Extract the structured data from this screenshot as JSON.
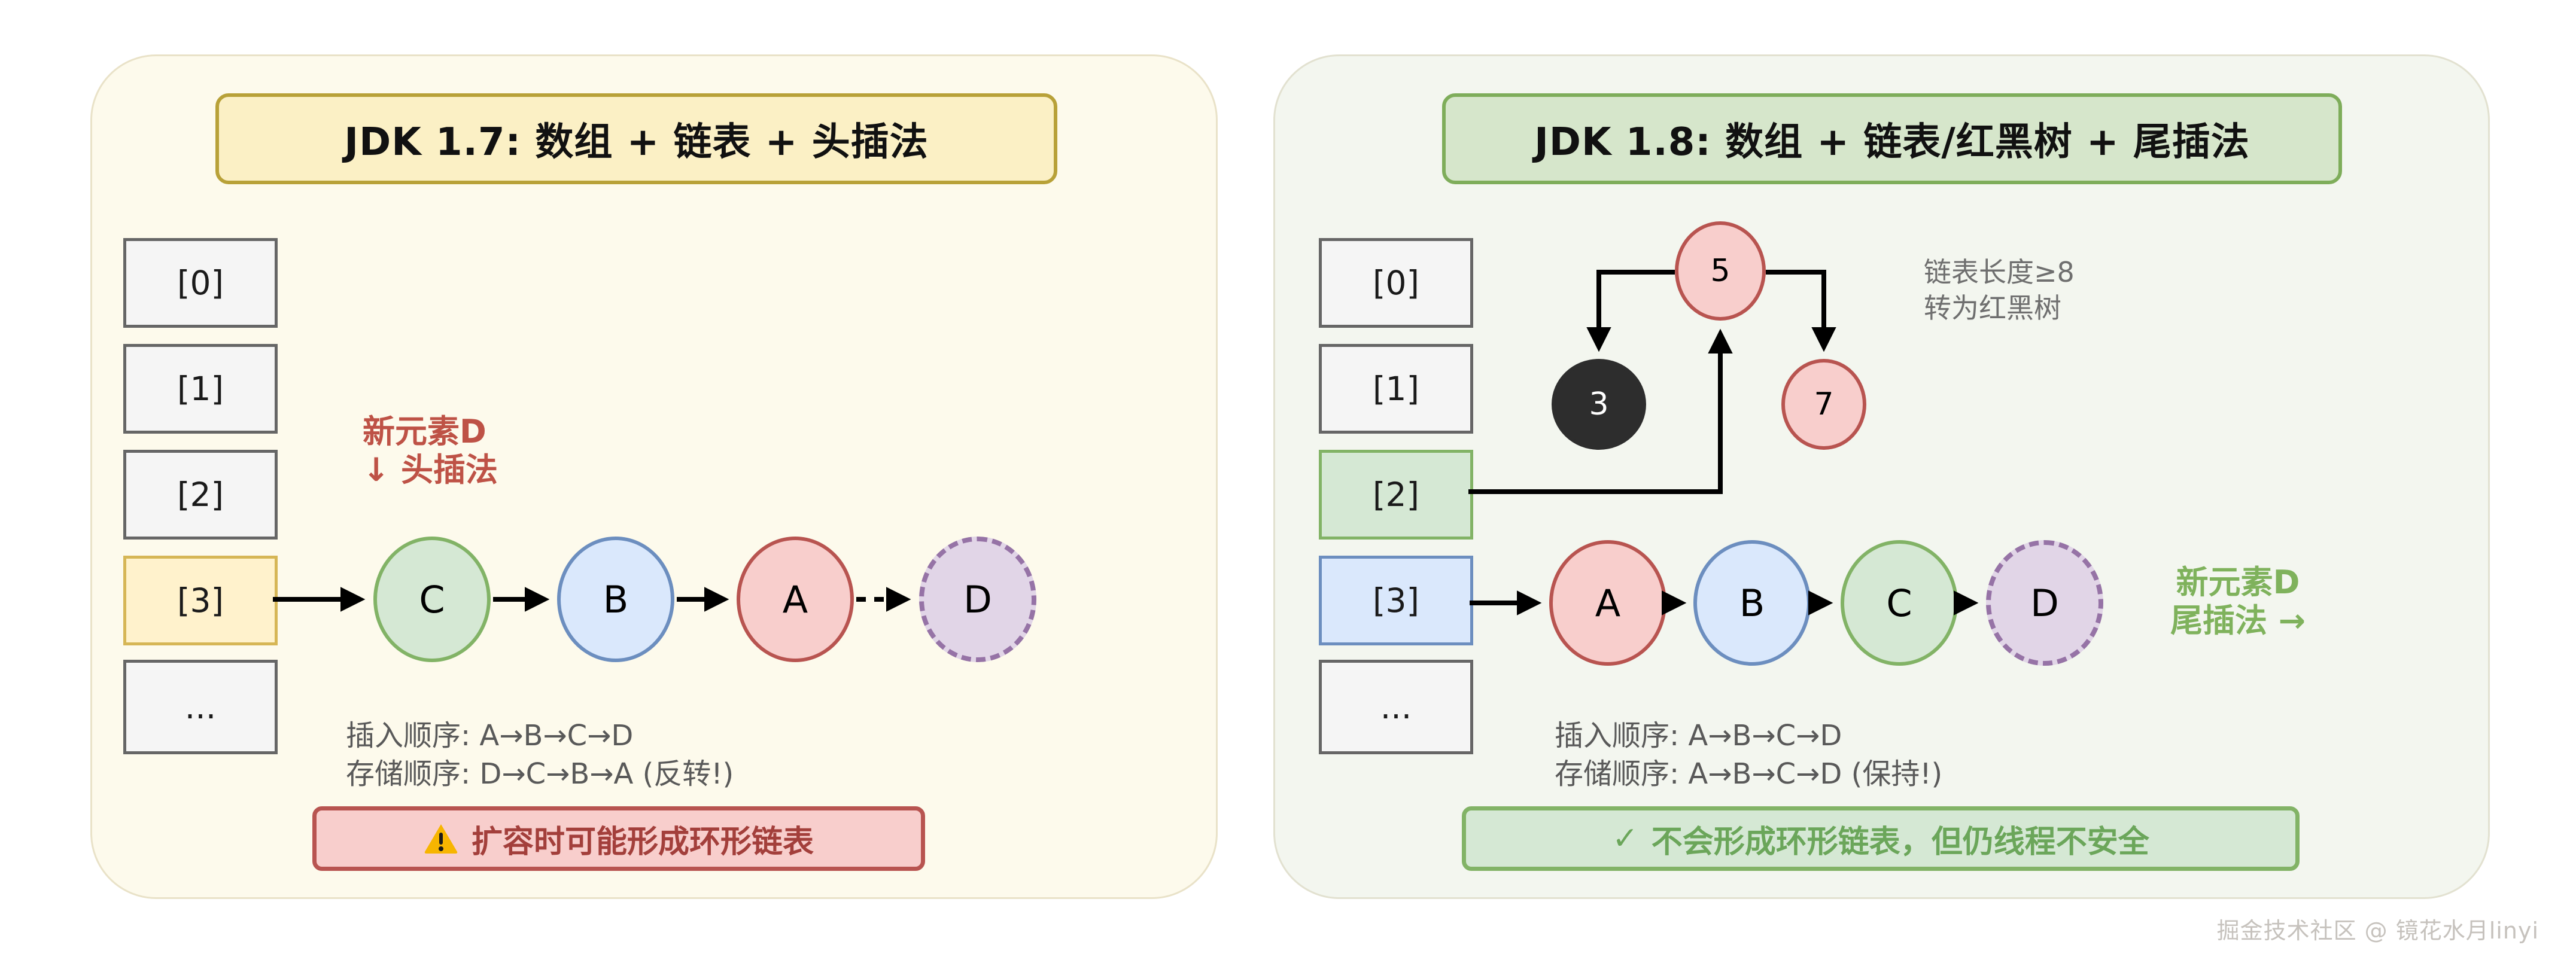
{
  "page": {
    "watermark": "掘金技术社区 @ 镜花水月linyi"
  },
  "colors": {
    "left_panel_bg": "#FDFAEC",
    "right_panel_bg": "#F3F6EF",
    "header_yellow_bg": "#FBF0C5",
    "header_yellow_border": "#B8A138",
    "header_green_bg": "#D6E6CB",
    "header_green_border": "#7EAD5A",
    "node_red": "#F8CECC",
    "node_red_border": "#B85450",
    "node_blue": "#DAE8FC",
    "node_blue_border": "#6C8EBF",
    "node_green": "#D5E8D4",
    "node_green_border": "#82B366",
    "node_purple": "#E1D5E7",
    "node_purple_border": "#9673A6",
    "node_black": "#2D2D2D",
    "note_red_text": "#BE5246",
    "note_green_text": "#7FB25C",
    "warning_text": "#A33F3B",
    "ok_text": "#6BA65A"
  },
  "left_panel": {
    "title": "JDK 1.7: 数组 + 链表 + 头插法",
    "array_cells": [
      {
        "label": "[0]"
      },
      {
        "label": "[1]"
      },
      {
        "label": "[2]"
      },
      {
        "label": "[3]"
      },
      {
        "label": "..."
      }
    ],
    "insert_note": {
      "line1": "新元素D",
      "line2": "↓ 头插法"
    },
    "list_nodes": [
      {
        "label": "C"
      },
      {
        "label": "B"
      },
      {
        "label": "A"
      },
      {
        "label": "D"
      }
    ],
    "order": {
      "insert": "插入顺序: A→B→C→D",
      "store": "存储顺序: D→C→B→A (反转!)"
    },
    "warning": {
      "icon": "⚠️",
      "text": "扩容时可能形成环形链表"
    }
  },
  "right_panel": {
    "title": "JDK 1.8: 数组 + 链表/红黑树 + 尾插法",
    "array_cells": [
      {
        "label": "[0]"
      },
      {
        "label": "[1]"
      },
      {
        "label": "[2]"
      },
      {
        "label": "[3]"
      },
      {
        "label": "..."
      }
    ],
    "tree": {
      "root": "5",
      "left_child": "3",
      "right_child": "7",
      "note_line1": "链表长度≥8",
      "note_line2": "转为红黑树"
    },
    "list_nodes": [
      {
        "label": "A"
      },
      {
        "label": "B"
      },
      {
        "label": "C"
      },
      {
        "label": "D"
      }
    ],
    "insert_note": {
      "line1": "新元素D",
      "line2": "尾插法 →"
    },
    "order": {
      "insert": "插入顺序: A→B→C→D",
      "store": "存储顺序: A→B→C→D (保持!)"
    },
    "status": {
      "icon": "✓",
      "text": "不会形成环形链表，但仍线程不安全"
    }
  }
}
